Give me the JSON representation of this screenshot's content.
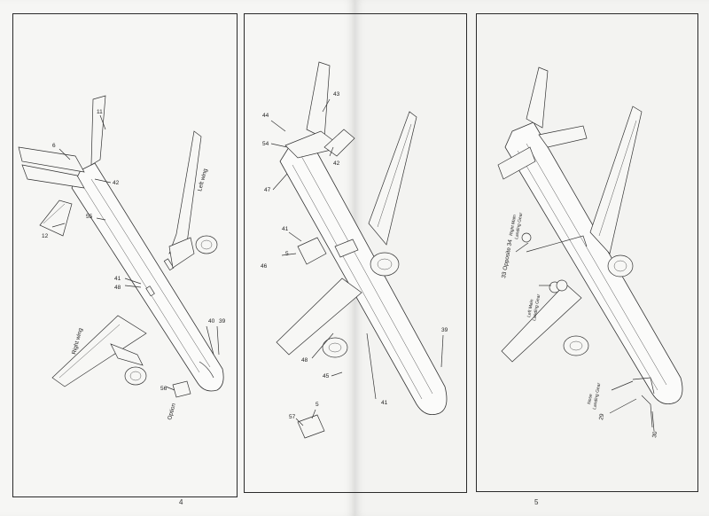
{
  "pages": {
    "left_number": "4",
    "right_number": "5"
  },
  "panel1": {
    "labels": {
      "p11": "11",
      "p6": "6",
      "p42": "42",
      "p12": "12",
      "p55": "55",
      "left_wing": "Left wing",
      "p41": "41",
      "p48": "48",
      "p40": "40",
      "p39": "39",
      "right_wing": "Right wing",
      "p56": "56",
      "option": "Option"
    }
  },
  "panel2": {
    "labels": {
      "p44": "44",
      "p43": "43",
      "p54": "54",
      "p42": "42",
      "p47": "47",
      "p41a": "41",
      "p5a": "5",
      "p46": "46",
      "p39": "39",
      "p48": "48",
      "p45": "45",
      "p41b": "41",
      "p57": "57",
      "p5b": "5"
    }
  },
  "panel3": {
    "labels": {
      "right_main": "Right Main",
      "landing_gear_a": "Landing Gear",
      "opposite": "33 Opposite 34",
      "left_main": "Left Main",
      "landing_gear_b": "Landing Gear",
      "nose": "Nose",
      "landing_gear_c": "Landing Gear",
      "p29": "29",
      "p30": "30"
    }
  }
}
